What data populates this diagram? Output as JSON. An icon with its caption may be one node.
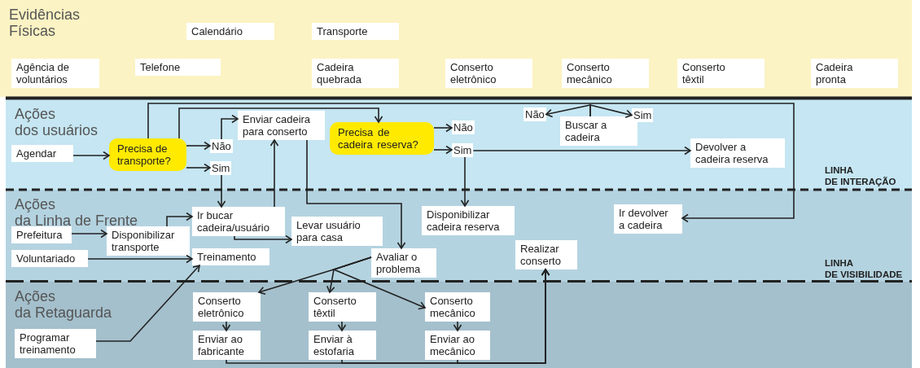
{
  "diagram": {
    "nodes": [
      {
        "text": [
          "Evidências Físicas"
        ]
      },
      {
        "text": [
          "Calendário"
        ],
        "in": 0
      },
      {
        "text": [
          "Transporte"
        ],
        "in": 0
      },
      {
        "text": [
          "Agência de voluntários"
        ],
        "in": 0
      },
      {
        "text": [
          "Telefone"
        ],
        "in": 0
      },
      {
        "text": [
          "Cadeira quebrada"
        ],
        "in": 0
      },
      {
        "text": [
          "Conserto eletrônico"
        ],
        "in": 0
      },
      {
        "text": [
          "Conserto mecânico"
        ],
        "in": 0
      },
      {
        "text": [
          "Conserto têxtil"
        ],
        "in": 0
      },
      {
        "text": [
          "Cadeira pronta"
        ],
        "in": 0
      },
      {
        "text": [
          "Ações dos usuários"
        ]
      },
      {
        "text": [
          "Enviar cadeira para conserto"
        ],
        "in": 10
      },
      {
        "text": [
          "Agendar"
        ],
        "in": 10
      },
      {
        "text": [
          "Precisa de transporte?"
        ],
        "in": 10
      },
      {
        "text": [
          "Não"
        ],
        "in": 10
      },
      {
        "text": [
          "Sim"
        ],
        "in": 10
      },
      {
        "text": [
          "Precisa de cadeira reserva?"
        ],
        "in": 10
      },
      {
        "text": [
          "Não"
        ],
        "in": 10
      },
      {
        "text": [
          "Sim"
        ],
        "in": 10
      },
      {
        "text": [
          "Não"
        ],
        "in": 10
      },
      {
        "text": [
          "Buscar a cadeira"
        ],
        "in": 10
      },
      {
        "text": [
          "Sim"
        ],
        "in": 10
      },
      {
        "text": [
          "Devolver a cadeira reserva"
        ],
        "in": 10
      },
      {
        "text": [
          "Ações da Linha de Frente"
        ]
      },
      {
        "text": [
          "Ir bucar cadeira/usuário"
        ],
        "in": 23
      },
      {
        "text": [
          "Prefeitura"
        ],
        "in": 23
      },
      {
        "text": [
          "Disponibilizar transporte"
        ],
        "in": 23
      },
      {
        "text": [
          "Levar usuário para casa"
        ],
        "in": 23
      },
      {
        "text": [
          "Disponibilizar cadeira reserva"
        ],
        "in": 23
      },
      {
        "text": [
          "Ir devolver a cadeira"
        ],
        "in": 23
      },
      {
        "text": [
          "Voluntariado"
        ],
        "in": 23
      },
      {
        "text": [
          "Treinamento"
        ],
        "in": 23
      },
      {
        "text": [
          "Avaliar o problema"
        ],
        "in": 23
      },
      {
        "text": [
          "Realizar conserto"
        ],
        "in": 23
      },
      {
        "text": [
          "Ações da Retaguarda"
        ]
      },
      {
        "text": [
          "Conserto eletrônico"
        ],
        "in": 34
      },
      {
        "text": [
          "Conserto têxtil"
        ],
        "in": 34
      },
      {
        "text": [
          "Conserto mecânico"
        ],
        "in": 34
      },
      {
        "text": [
          "Programar treinamento"
        ],
        "in": 34
      },
      {
        "text": [
          "Enviar ao fabricante"
        ],
        "in": 34
      },
      {
        "text": [
          "Enviar à estofaria"
        ],
        "in": 34
      },
      {
        "text": [
          "Enviar ao mecânico"
        ],
        "in": 34
      }
    ],
    "edges": [
      {
        "from": 12,
        "to": 13,
        "arrow": "to"
      },
      {
        "from": 13,
        "to": 14,
        "arrow": "to"
      },
      {
        "from": 13,
        "to": 15,
        "arrow": "to"
      },
      {
        "from": 14,
        "to": 11,
        "arrow": "to"
      },
      {
        "from": 15,
        "to": 24,
        "arrow": "to"
      },
      {
        "from": 13,
        "to": 29,
        "arrow": "to"
      },
      {
        "from": 13,
        "to": 16,
        "arrow": "to"
      },
      {
        "from": 24,
        "to": 11,
        "arrow": "to"
      },
      {
        "from": 11,
        "to": 32,
        "arrow": "to"
      },
      {
        "from": 24,
        "to": 27,
        "arrow": "to"
      },
      {
        "from": 25,
        "to": 26,
        "arrow": "to"
      },
      {
        "from": 26,
        "to": 24,
        "arrow": "to"
      },
      {
        "from": 16,
        "to": 17,
        "arrow": "to"
      },
      {
        "from": 16,
        "to": 18,
        "arrow": "to"
      },
      {
        "from": 18,
        "to": 22,
        "arrow": "to"
      },
      {
        "from": 18,
        "to": 28,
        "arrow": "to"
      },
      {
        "from": 20,
        "to": 19,
        "arrow": "to"
      },
      {
        "from": 20,
        "to": 21,
        "arrow": "to"
      },
      {
        "from": 30,
        "to": 31,
        "arrow": "to"
      },
      {
        "from": 38,
        "to": 31,
        "arrow": "to"
      },
      {
        "from": 32,
        "to": 35,
        "arrow": "to"
      },
      {
        "from": 32,
        "to": 36,
        "arrow": "to"
      },
      {
        "from": 32,
        "to": 37,
        "arrow": "to"
      },
      {
        "from": 35,
        "to": 39,
        "arrow": "to"
      },
      {
        "from": 36,
        "to": 40,
        "arrow": "to"
      },
      {
        "from": 37,
        "to": 41,
        "arrow": "to"
      },
      {
        "from": 39,
        "to": 33,
        "arrow": "to"
      },
      {
        "from": 40,
        "to": 33,
        "arrow": "to"
      },
      {
        "from": 41,
        "to": 33,
        "arrow": "to"
      }
    ],
    "labels": [
      "LINHA DE INTERAÇÃO",
      "LINHA DE VISIBILIDADE"
    ]
  }
}
